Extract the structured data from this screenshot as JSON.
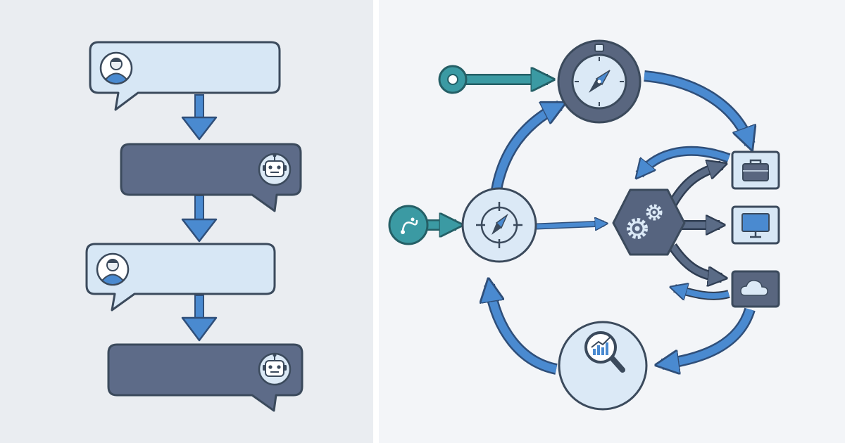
{
  "colors": {
    "left_background": "#eaedf1",
    "right_background": "#f3f5f8",
    "outline": "#3b4a5c",
    "user_bubble_fill": "#d7e7f5",
    "assistant_bubble_fill": "#5d6b88",
    "arrow_blue": "#4a8ad0",
    "arrow_dark": "#5a6b86",
    "teal": "#3b9aa3",
    "node_fill": "#dbe9f6",
    "compass_fill": "#59667f",
    "hexagon_fill": "#56647f"
  },
  "left_panel": {
    "messages": [
      {
        "role": "user",
        "icon": "user-avatar-icon"
      },
      {
        "role": "assistant",
        "icon": "robot-icon"
      },
      {
        "role": "user",
        "icon": "user-avatar-icon"
      },
      {
        "role": "assistant",
        "icon": "robot-icon"
      }
    ],
    "connectors": 3
  },
  "right_panel": {
    "entry_points": [
      "start-node-icon",
      "route-start-icon"
    ],
    "hubs": [
      "compass-icon",
      "target-compass-icon",
      "gears-icon",
      "search-chart-icon"
    ],
    "tools": [
      "briefcase-icon",
      "monitor-icon",
      "cloud-icon"
    ]
  }
}
